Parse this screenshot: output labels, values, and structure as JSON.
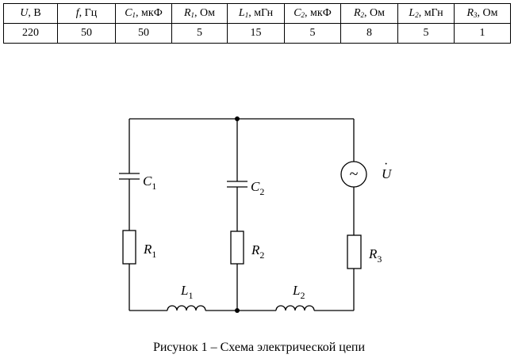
{
  "table": {
    "headers": [
      {
        "sym": "U",
        "sub": "",
        "unit": ", В"
      },
      {
        "sym": "f",
        "sub": "",
        "unit": ", Гц"
      },
      {
        "sym": "C",
        "sub": "1",
        "unit": ", мкФ"
      },
      {
        "sym": "R",
        "sub": "1",
        "unit": ", Ом"
      },
      {
        "sym": "L",
        "sub": "1",
        "unit": ", мГн"
      },
      {
        "sym": "C",
        "sub": "2",
        "unit": ", мкФ"
      },
      {
        "sym": "R",
        "sub": "2",
        "unit": ", Ом"
      },
      {
        "sym": "L",
        "sub": "2",
        "unit": ", мГн"
      },
      {
        "sym": "R",
        "sub": "3",
        "unit": ", Ом"
      }
    ],
    "values": [
      "220",
      "50",
      "50",
      "5",
      "15",
      "5",
      "8",
      "5",
      "1"
    ]
  },
  "circuit": {
    "labels": {
      "C1": {
        "letter": "C",
        "index": "1"
      },
      "C2": {
        "letter": "C",
        "index": "2"
      },
      "R1": {
        "letter": "R",
        "index": "1"
      },
      "R2": {
        "letter": "R",
        "index": "2"
      },
      "R3": {
        "letter": "R",
        "index": "3"
      },
      "L1": {
        "letter": "L",
        "index": "1"
      },
      "L2": {
        "letter": "L",
        "index": "2"
      },
      "U": {
        "letter": "U",
        "dot": "·"
      }
    },
    "source_symbol": "~"
  },
  "caption": "Рисунок 1 – Схема электрической цепи"
}
